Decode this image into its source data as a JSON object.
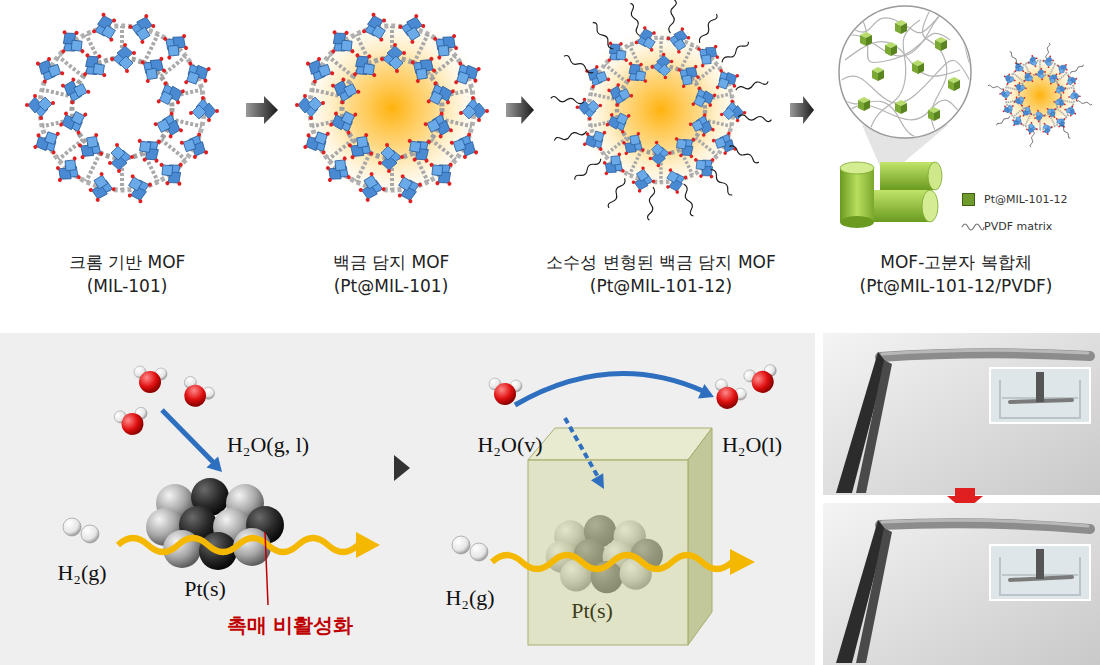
{
  "diagram": {
    "nodes": [
      {
        "text": [
          "크롬 기반 MOF",
          "(MIL-101)"
        ]
      },
      {
        "text": [
          "백금 담지 MOF",
          "(Pt@MIL-101)"
        ]
      },
      {
        "text": [
          "소수성 변형된 백금 담지 MOF",
          "(Pt@MIL-101-12)"
        ]
      },
      {
        "text": [
          "MOF-고분자 복합체",
          "(Pt@MIL-101-12/PVDF)"
        ]
      }
    ],
    "edges": [
      {
        "from": 0,
        "to": 1,
        "arrow": "to"
      },
      {
        "from": 1,
        "to": 2,
        "arrow": "to"
      },
      {
        "from": 2,
        "to": 3,
        "arrow": "to"
      }
    ],
    "labels": [
      "H₂O(g, l)",
      "H₂(g)",
      "Pt(s)",
      "촉매 비활성화",
      "H₂O(v)",
      "H₂O(l)",
      "H₂(g)",
      "Pt(s)"
    ],
    "legend": [
      {
        "text": "Pt@MIL-101-12",
        "color": "#6f9a2c"
      },
      {
        "text": "PVDF matrix"
      }
    ]
  }
}
